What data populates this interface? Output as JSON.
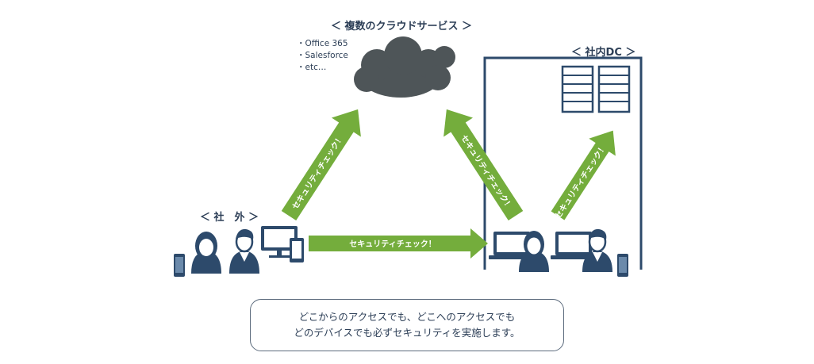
{
  "cloud": {
    "title": "＜ 複数のクラウドサービス ＞",
    "services": [
      "・Office 365",
      "・Salesforce",
      "・etc…"
    ]
  },
  "datacenter": {
    "title": "＜ 社内DC ＞"
  },
  "outside": {
    "title": "＜ 社　外 ＞"
  },
  "arrows": {
    "outside_to_cloud": "セキュリティチェック！",
    "outside_to_dc": "セキュリティチェック！",
    "dc_to_cloud": "セキュリティチェック！",
    "dc_to_server": "セキュリティチェック！"
  },
  "message": {
    "line1": "どこからのアクセスでも、どこへのアクセスでも",
    "line2": "どのデバイスでも必ずセキュリティを実施します。"
  },
  "colors": {
    "arrow": "#74ad3c",
    "navy": "#2d4a6b",
    "cloud": "#4e5558",
    "text": "#2d3f57"
  }
}
